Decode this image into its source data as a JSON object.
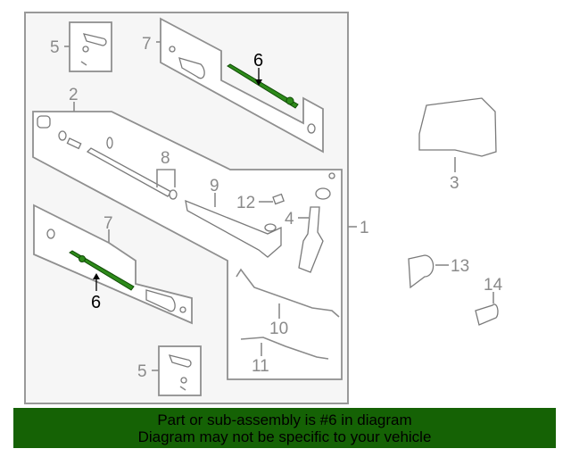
{
  "diagram": {
    "callouts": {
      "c1": "1",
      "c2": "2",
      "c3": "3",
      "c4": "4",
      "c5_top": "5",
      "c5_bottom": "5",
      "c6_top": "6",
      "c6_bottom": "6",
      "c7_top": "7",
      "c7_bottom": "7",
      "c8": "8",
      "c9": "9",
      "c10": "10",
      "c11": "11",
      "c12": "12",
      "c13": "13",
      "c14": "14"
    },
    "highlight_color": "#2d8a1a",
    "highlighted_part": "6"
  },
  "banner": {
    "line1": "Part or sub-assembly is #6 in diagram",
    "line2": "Diagram may not be specific to your vehicle",
    "background": "#156205"
  }
}
